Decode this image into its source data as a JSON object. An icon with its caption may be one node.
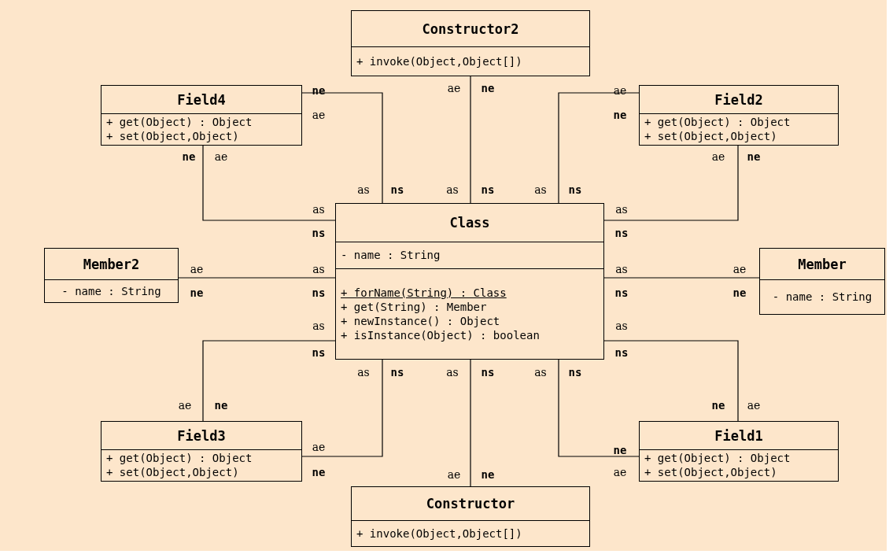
{
  "diagram": {
    "nodes": [
      {
        "text": [
          "Constructor2"
        ]
      },
      {
        "text": [
          "+ invoke(Object,Object[])"
        ],
        "in": 0
      },
      {
        "text": [
          "Field4"
        ]
      },
      {
        "text": [
          "+ get(Object) : Object",
          "+ set(Object,Object)"
        ],
        "in": 2
      },
      {
        "text": [
          "Field2"
        ]
      },
      {
        "text": [
          "+ get(Object) : Object",
          "+ set(Object,Object)"
        ],
        "in": 4
      },
      {
        "text": [
          "Class"
        ]
      },
      {
        "text": [
          "- name : String"
        ],
        "in": 6
      },
      {
        "text": [
          "+ forName(String) : Class",
          "+ get(String) : Member",
          "+ newInstance() : Object",
          "+ isInstance(Object) : boolean"
        ],
        "in": 6
      },
      {
        "text": [
          "Member2"
        ]
      },
      {
        "text": [
          "- name : String"
        ],
        "in": 9
      },
      {
        "text": [
          "Member"
        ]
      },
      {
        "text": [
          "- name : String"
        ],
        "in": 11
      },
      {
        "text": [
          "Field3"
        ]
      },
      {
        "text": [
          "+ get(Object) : Object",
          "+ set(Object,Object)"
        ],
        "in": 13
      },
      {
        "text": [
          "Field1"
        ]
      },
      {
        "text": [
          "+ get(Object) : Object",
          "+ set(Object,Object)"
        ],
        "in": 15
      },
      {
        "text": [
          "Constructor"
        ]
      },
      {
        "text": [
          "+ invoke(Object,Object[])"
        ],
        "in": 17
      }
    ],
    "edges": [
      {
        "from": 6,
        "to": 2,
        "arrow": "none"
      },
      {
        "from": 6,
        "to": 0,
        "arrow": "none"
      },
      {
        "from": 6,
        "to": 4,
        "arrow": "none"
      },
      {
        "from": 6,
        "to": 2,
        "arrow": "none"
      },
      {
        "from": 6,
        "to": 4,
        "arrow": "none"
      },
      {
        "from": 6,
        "to": 9,
        "arrow": "none"
      },
      {
        "from": 6,
        "to": 11,
        "arrow": "none"
      },
      {
        "from": 6,
        "to": 13,
        "arrow": "none"
      },
      {
        "from": 6,
        "to": 15,
        "arrow": "none"
      },
      {
        "from": 6,
        "to": 13,
        "arrow": "none"
      },
      {
        "from": 6,
        "to": 17,
        "arrow": "none"
      },
      {
        "from": 6,
        "to": 15,
        "arrow": "none"
      }
    ],
    "labels": [
      "ne",
      "ae",
      "ne",
      "ae",
      "ae",
      "ne",
      "ne",
      "ae",
      "ae",
      "ne",
      "as",
      "ns",
      "as",
      "ns",
      "as",
      "ns",
      "as",
      "as",
      "ns",
      "ns",
      "ae",
      "as",
      "as",
      "ae",
      "ne",
      "ns",
      "ns",
      "ne",
      "as",
      "as",
      "ns",
      "ns",
      "as",
      "ns",
      "as",
      "ns",
      "as",
      "ns",
      "ae",
      "ne",
      "ne",
      "ae",
      "ae",
      "ne",
      "ne",
      "ae",
      "ne",
      "ae"
    ]
  }
}
